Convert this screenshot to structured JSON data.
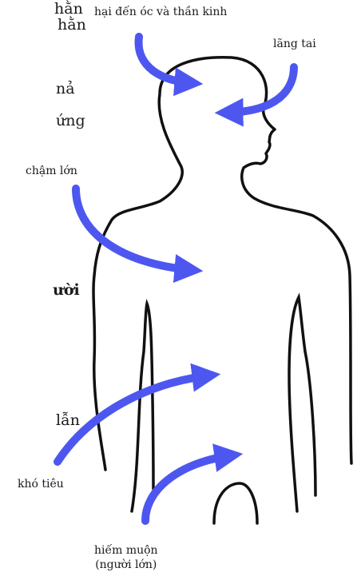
{
  "labels": {
    "brain": "hại đến óc và thần kinh",
    "ear": "lãng tai",
    "growth": "chậm lớn",
    "digestion": "khó tiêu",
    "fertility_line1": "hiếm muộn",
    "fertility_line2": "(người lớn)"
  },
  "left_text_fragments": [
    "hằn",
    "nả",
    "ứng",
    "ười",
    "lẫn"
  ],
  "colors": {
    "arrow": "#4d57f0",
    "outline": "#111111"
  }
}
